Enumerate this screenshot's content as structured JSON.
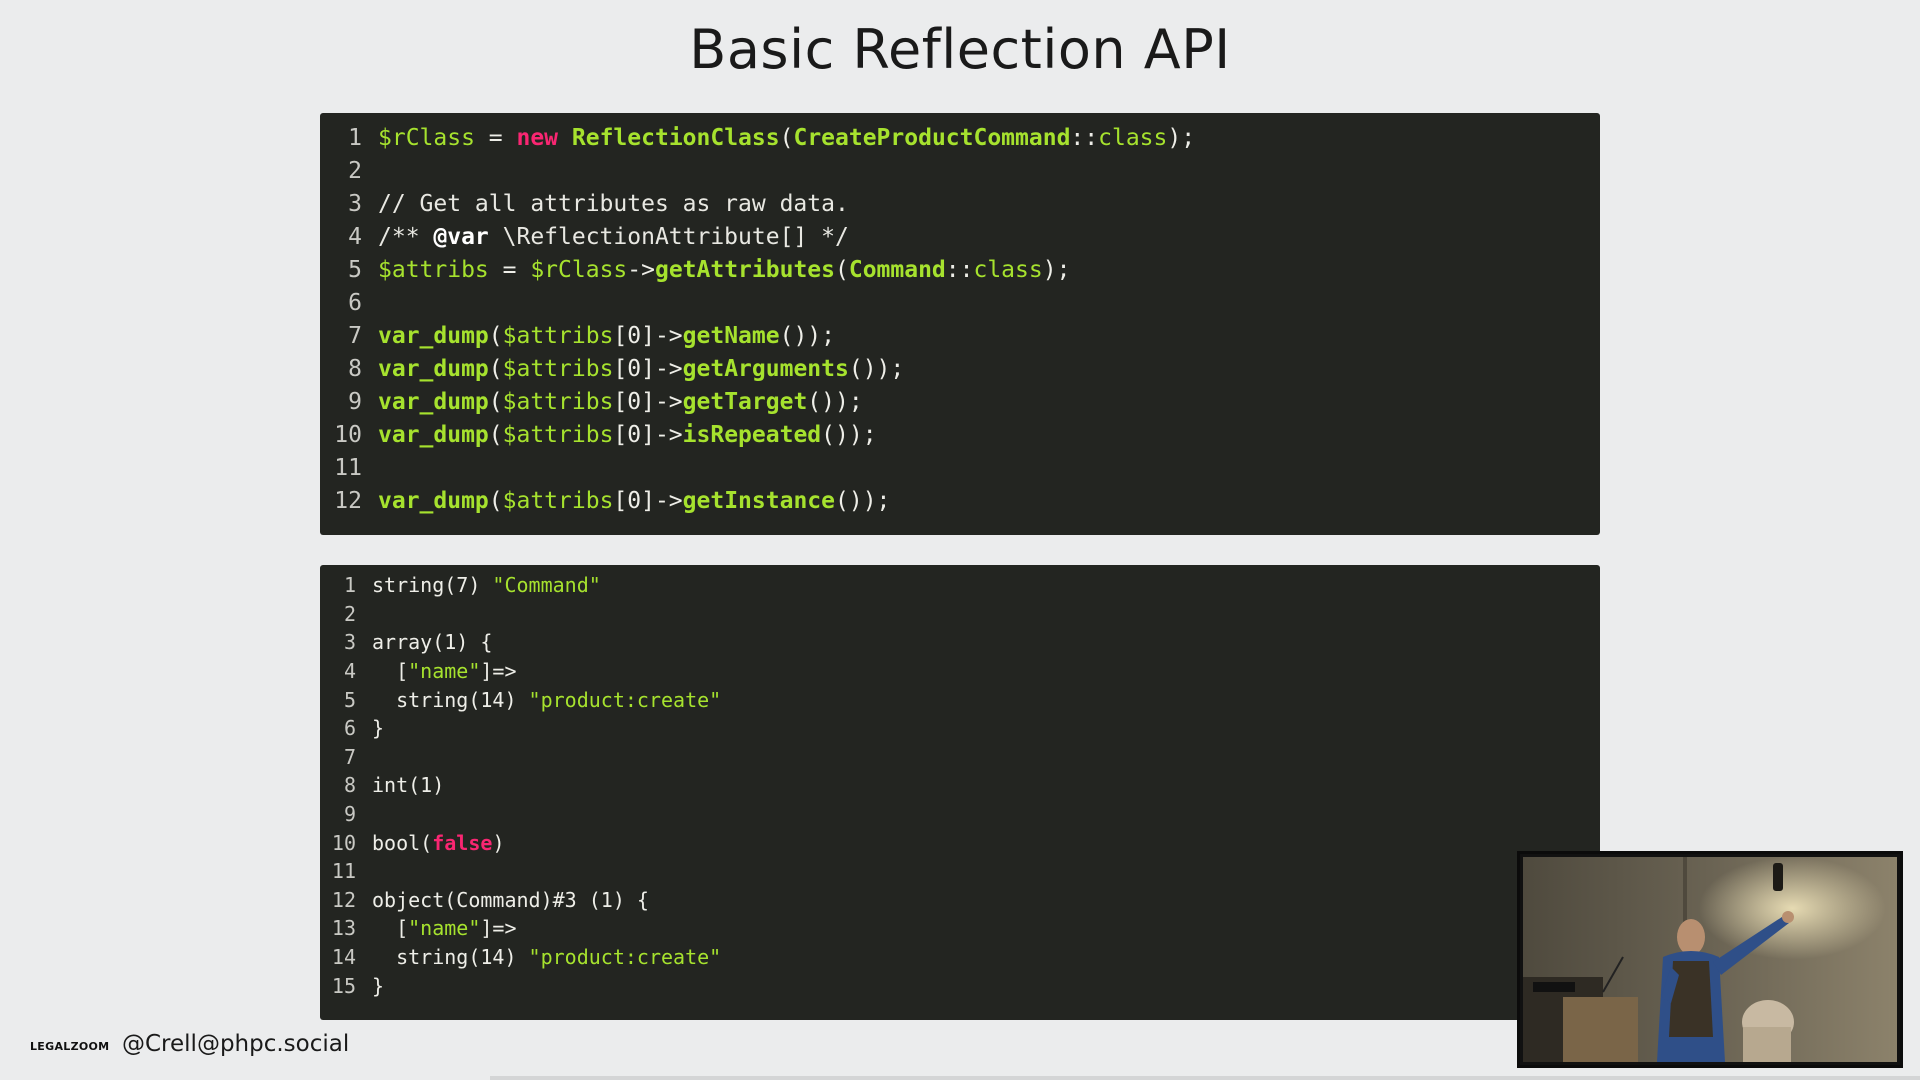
{
  "slide": {
    "title": "Basic Reflection API"
  },
  "code_top": {
    "lines": [
      {
        "n": "1",
        "tokens": [
          {
            "t": "$rClass",
            "c": "var"
          },
          {
            "t": " = ",
            "c": "plain"
          },
          {
            "t": "new",
            "c": "kw"
          },
          {
            "t": " ",
            "c": "plain"
          },
          {
            "t": "ReflectionClass",
            "c": "fn"
          },
          {
            "t": "(",
            "c": "plain"
          },
          {
            "t": "CreateProductCommand",
            "c": "fn"
          },
          {
            "t": "::",
            "c": "plain"
          },
          {
            "t": "class",
            "c": "var"
          },
          {
            "t": ");",
            "c": "plain"
          }
        ]
      },
      {
        "n": "2",
        "tokens": []
      },
      {
        "n": "3",
        "tokens": [
          {
            "t": "// Get all attributes as raw data.",
            "c": "cmt"
          }
        ]
      },
      {
        "n": "4",
        "tokens": [
          {
            "t": "/** ",
            "c": "cmt"
          },
          {
            "t": "@var",
            "c": "doc"
          },
          {
            "t": " \\ReflectionAttribute[] */",
            "c": "cmt"
          }
        ]
      },
      {
        "n": "5",
        "tokens": [
          {
            "t": "$attribs",
            "c": "var"
          },
          {
            "t": " = ",
            "c": "plain"
          },
          {
            "t": "$rClass",
            "c": "var"
          },
          {
            "t": "->",
            "c": "plain"
          },
          {
            "t": "getAttributes",
            "c": "fn"
          },
          {
            "t": "(",
            "c": "plain"
          },
          {
            "t": "Command",
            "c": "fn"
          },
          {
            "t": "::",
            "c": "plain"
          },
          {
            "t": "class",
            "c": "var"
          },
          {
            "t": ");",
            "c": "plain"
          }
        ]
      },
      {
        "n": "6",
        "tokens": []
      },
      {
        "n": "7",
        "tokens": [
          {
            "t": "var_dump",
            "c": "fn"
          },
          {
            "t": "(",
            "c": "plain"
          },
          {
            "t": "$attribs",
            "c": "var"
          },
          {
            "t": "[0]->",
            "c": "plain"
          },
          {
            "t": "getName",
            "c": "fn"
          },
          {
            "t": "());",
            "c": "plain"
          }
        ]
      },
      {
        "n": "8",
        "tokens": [
          {
            "t": "var_dump",
            "c": "fn"
          },
          {
            "t": "(",
            "c": "plain"
          },
          {
            "t": "$attribs",
            "c": "var"
          },
          {
            "t": "[0]->",
            "c": "plain"
          },
          {
            "t": "getArguments",
            "c": "fn"
          },
          {
            "t": "());",
            "c": "plain"
          }
        ]
      },
      {
        "n": "9",
        "tokens": [
          {
            "t": "var_dump",
            "c": "fn"
          },
          {
            "t": "(",
            "c": "plain"
          },
          {
            "t": "$attribs",
            "c": "var"
          },
          {
            "t": "[0]->",
            "c": "plain"
          },
          {
            "t": "getTarget",
            "c": "fn"
          },
          {
            "t": "());",
            "c": "plain"
          }
        ]
      },
      {
        "n": "10",
        "tokens": [
          {
            "t": "var_dump",
            "c": "fn"
          },
          {
            "t": "(",
            "c": "plain"
          },
          {
            "t": "$attribs",
            "c": "var"
          },
          {
            "t": "[0]->",
            "c": "plain"
          },
          {
            "t": "isRepeated",
            "c": "fn"
          },
          {
            "t": "());",
            "c": "plain"
          }
        ]
      },
      {
        "n": "11",
        "tokens": []
      },
      {
        "n": "12",
        "tokens": [
          {
            "t": "var_dump",
            "c": "fn"
          },
          {
            "t": "(",
            "c": "plain"
          },
          {
            "t": "$attribs",
            "c": "var"
          },
          {
            "t": "[0]->",
            "c": "plain"
          },
          {
            "t": "getInstance",
            "c": "fn"
          },
          {
            "t": "());",
            "c": "plain"
          }
        ]
      }
    ]
  },
  "code_bottom": {
    "lines": [
      {
        "n": "1",
        "tokens": [
          {
            "t": "string(7) ",
            "c": "plain"
          },
          {
            "t": "\"Command\"",
            "c": "str"
          }
        ]
      },
      {
        "n": "2",
        "tokens": []
      },
      {
        "n": "3",
        "tokens": [
          {
            "t": "array(1) {",
            "c": "plain"
          }
        ]
      },
      {
        "n": "4",
        "tokens": [
          {
            "t": "  [",
            "c": "plain"
          },
          {
            "t": "\"name\"",
            "c": "str"
          },
          {
            "t": "]=>",
            "c": "plain"
          }
        ]
      },
      {
        "n": "5",
        "tokens": [
          {
            "t": "  string(14) ",
            "c": "plain"
          },
          {
            "t": "\"product:create\"",
            "c": "str"
          }
        ]
      },
      {
        "n": "6",
        "tokens": [
          {
            "t": "}",
            "c": "plain"
          }
        ]
      },
      {
        "n": "7",
        "tokens": []
      },
      {
        "n": "8",
        "tokens": [
          {
            "t": "int(1)",
            "c": "plain"
          }
        ]
      },
      {
        "n": "9",
        "tokens": []
      },
      {
        "n": "10",
        "tokens": [
          {
            "t": "bool(",
            "c": "plain"
          },
          {
            "t": "false",
            "c": "kw"
          },
          {
            "t": ")",
            "c": "plain"
          }
        ]
      },
      {
        "n": "11",
        "tokens": []
      },
      {
        "n": "12",
        "tokens": [
          {
            "t": "object(Command)#3 (1) {",
            "c": "plain"
          }
        ]
      },
      {
        "n": "13",
        "tokens": [
          {
            "t": "  [",
            "c": "plain"
          },
          {
            "t": "\"name\"",
            "c": "str"
          },
          {
            "t": "]=>",
            "c": "plain"
          }
        ]
      },
      {
        "n": "14",
        "tokens": [
          {
            "t": "  string(14) ",
            "c": "plain"
          },
          {
            "t": "\"product:create\"",
            "c": "str"
          }
        ]
      },
      {
        "n": "15",
        "tokens": [
          {
            "t": "}",
            "c": "plain"
          }
        ]
      }
    ]
  },
  "footer": {
    "logo": "LEGALZOOM",
    "handle": "@Crell@phpc.social"
  },
  "colors": {
    "background": "#ebeced",
    "code_bg": "#232521",
    "keyword": "#f92672",
    "function": "#a6e22e"
  }
}
